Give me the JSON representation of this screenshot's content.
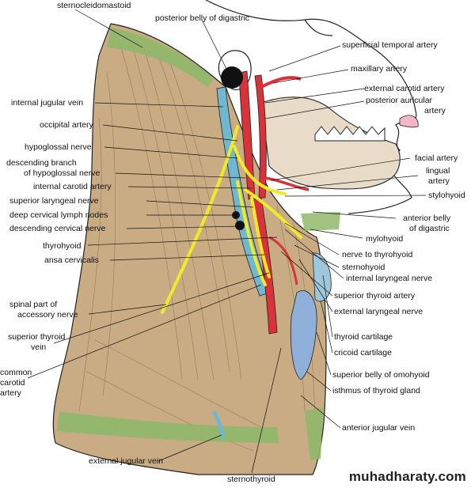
{
  "colors": {
    "muscle": "#c9ab84",
    "muscle_dark": "#a78760",
    "tendon_green": "#8fb86a",
    "artery_red": "#d9333a",
    "vein_blue": "#6fb8cf",
    "nerve_yellow": "#f2e92a",
    "gland_blue": "#8fb0d8",
    "lymph_black": "#111111",
    "skin": "#ffffff",
    "line": "#222222"
  },
  "labels": {
    "sternocleidomastoid": "sternocleidomastoid",
    "posterior_belly_digastric": "posterior belly of digastric",
    "superficial_temporal_artery": "superficial temporal artery",
    "maxillary_artery": "maxillary artery",
    "external_carotid_artery": "external carotid artery",
    "posterior_auricular_1": "posterior auricular",
    "posterior_auricular_2": "artery",
    "internal_jugular_vein": "internal jugular vein",
    "occipital_artery": "occipital artery",
    "hypoglossal_nerve": "hypoglossal nerve",
    "descending_branch_1": "descending branch",
    "descending_branch_2": "of  hypoglossal nerve",
    "internal_carotid_artery": "internal carotid artery",
    "facial_artery": "facial artery",
    "lingual_artery_1": "lingual",
    "lingual_artery_2": "artery",
    "stylohyoid": "stylohyoid",
    "superior_laryngeal_nerve": "superior laryngeal nerve",
    "deep_cervical_lymph_nodes": "deep cervical lymph nodes",
    "descending_cervical_nerve": "descending cervical nerve",
    "anterior_belly_1": "anterior belly",
    "anterior_belly_2": "of digastric",
    "mylohyoid": "mylohyoid",
    "thyrohyoid": "thyrohyoid",
    "nerve_to_thyrohyoid": "nerve to thyrohyoid",
    "sternohyoid": "sternohyoid",
    "ansa_cervicalis": "ansa cervicalis",
    "internal_laryngeal_nerve": "internal laryngeal nerve",
    "superior_thyroid_artery": "superior thyroid artery",
    "spinal_accessory_1": "spinal part of",
    "spinal_accessory_2": "accessory nerve",
    "external_laryngeal_nerve": "external laryngeal nerve",
    "superior_thyroid_vein_1": "superior thyroid",
    "superior_thyroid_vein_2": "vein",
    "thyroid_cartilage": "thyroid cartilage",
    "cricoid_cartilage": "cricoid cartilage",
    "common_carotid_1": "common",
    "common_carotid_2": "carotid",
    "common_carotid_3": "artery",
    "superior_belly_omohyoid": "superior belly of omohyoid",
    "isthmus_thyroid": "isthmus of thyroid gland",
    "anterior_jugular_vein": "anterior jugular vein",
    "external_jugular_vein": "external jugular vein",
    "sternothyroid": "sternothyroid"
  },
  "watermark": "muhadharaty.com"
}
